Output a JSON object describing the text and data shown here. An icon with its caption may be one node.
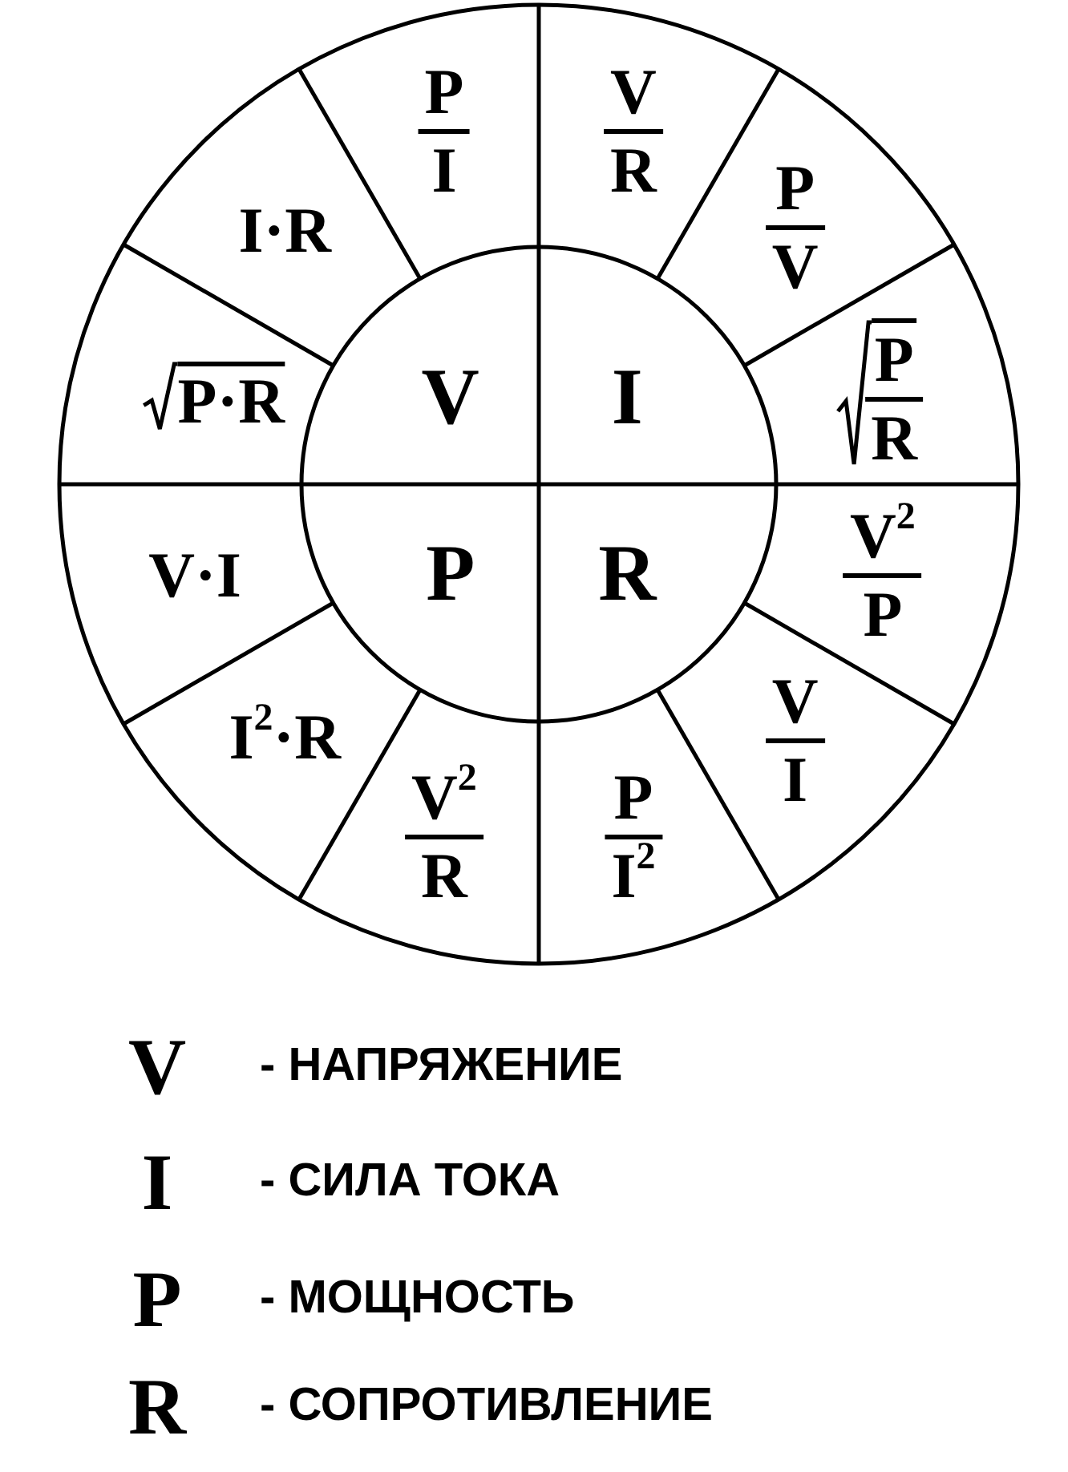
{
  "diagram": {
    "nodes": [
      {
        "text": [
          "V"
        ]
      },
      {
        "text": [
          "I"
        ]
      },
      {
        "text": [
          "P"
        ]
      },
      {
        "text": [
          "R"
        ]
      },
      {
        "text": [
          "P",
          "I"
        ]
      },
      {
        "text": [
          "V",
          "R"
        ]
      },
      {
        "text": [
          "P",
          "V"
        ]
      },
      {
        "text": [
          "P",
          "R"
        ]
      },
      {
        "text": [
          "V$^{2}$",
          "P"
        ]
      },
      {
        "text": [
          "V",
          "I"
        ]
      },
      {
        "text": [
          "P",
          "I$^{2}$"
        ]
      },
      {
        "text": [
          "V$^{2}$",
          "R"
        ]
      },
      {
        "text": [
          "I$^{2}$·R"
        ]
      },
      {
        "text": [
          "V·I"
        ]
      },
      {
        "text": [
          "P·R"
        ]
      },
      {
        "text": [
          "I·R"
        ]
      }
    ],
    "labels": [
      "V",
      "- НАПРЯЖЕНИЕ",
      "I",
      "- СИЛА ТОКА",
      "P",
      "- МОЩНОСТЬ",
      "R",
      "- СОПРОТИВЛЕНИЕ"
    ]
  }
}
